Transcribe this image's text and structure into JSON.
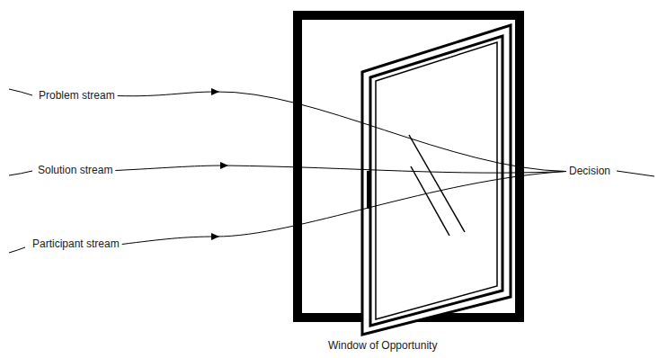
{
  "diagram": {
    "nodes": [
      {
        "text": [
          "Problem stream"
        ]
      },
      {
        "text": [
          "Solution stream"
        ]
      },
      {
        "text": [
          "Participant stream"
        ]
      },
      {
        "text": [
          "Decision"
        ]
      }
    ],
    "edges": [
      {
        "from": 0,
        "to": 3,
        "arrow": "to"
      },
      {
        "from": 1,
        "to": 3,
        "arrow": "to"
      },
      {
        "from": 2,
        "to": 3,
        "arrow": "to"
      }
    ],
    "labels": [
      "Window of Opportunity"
    ]
  }
}
